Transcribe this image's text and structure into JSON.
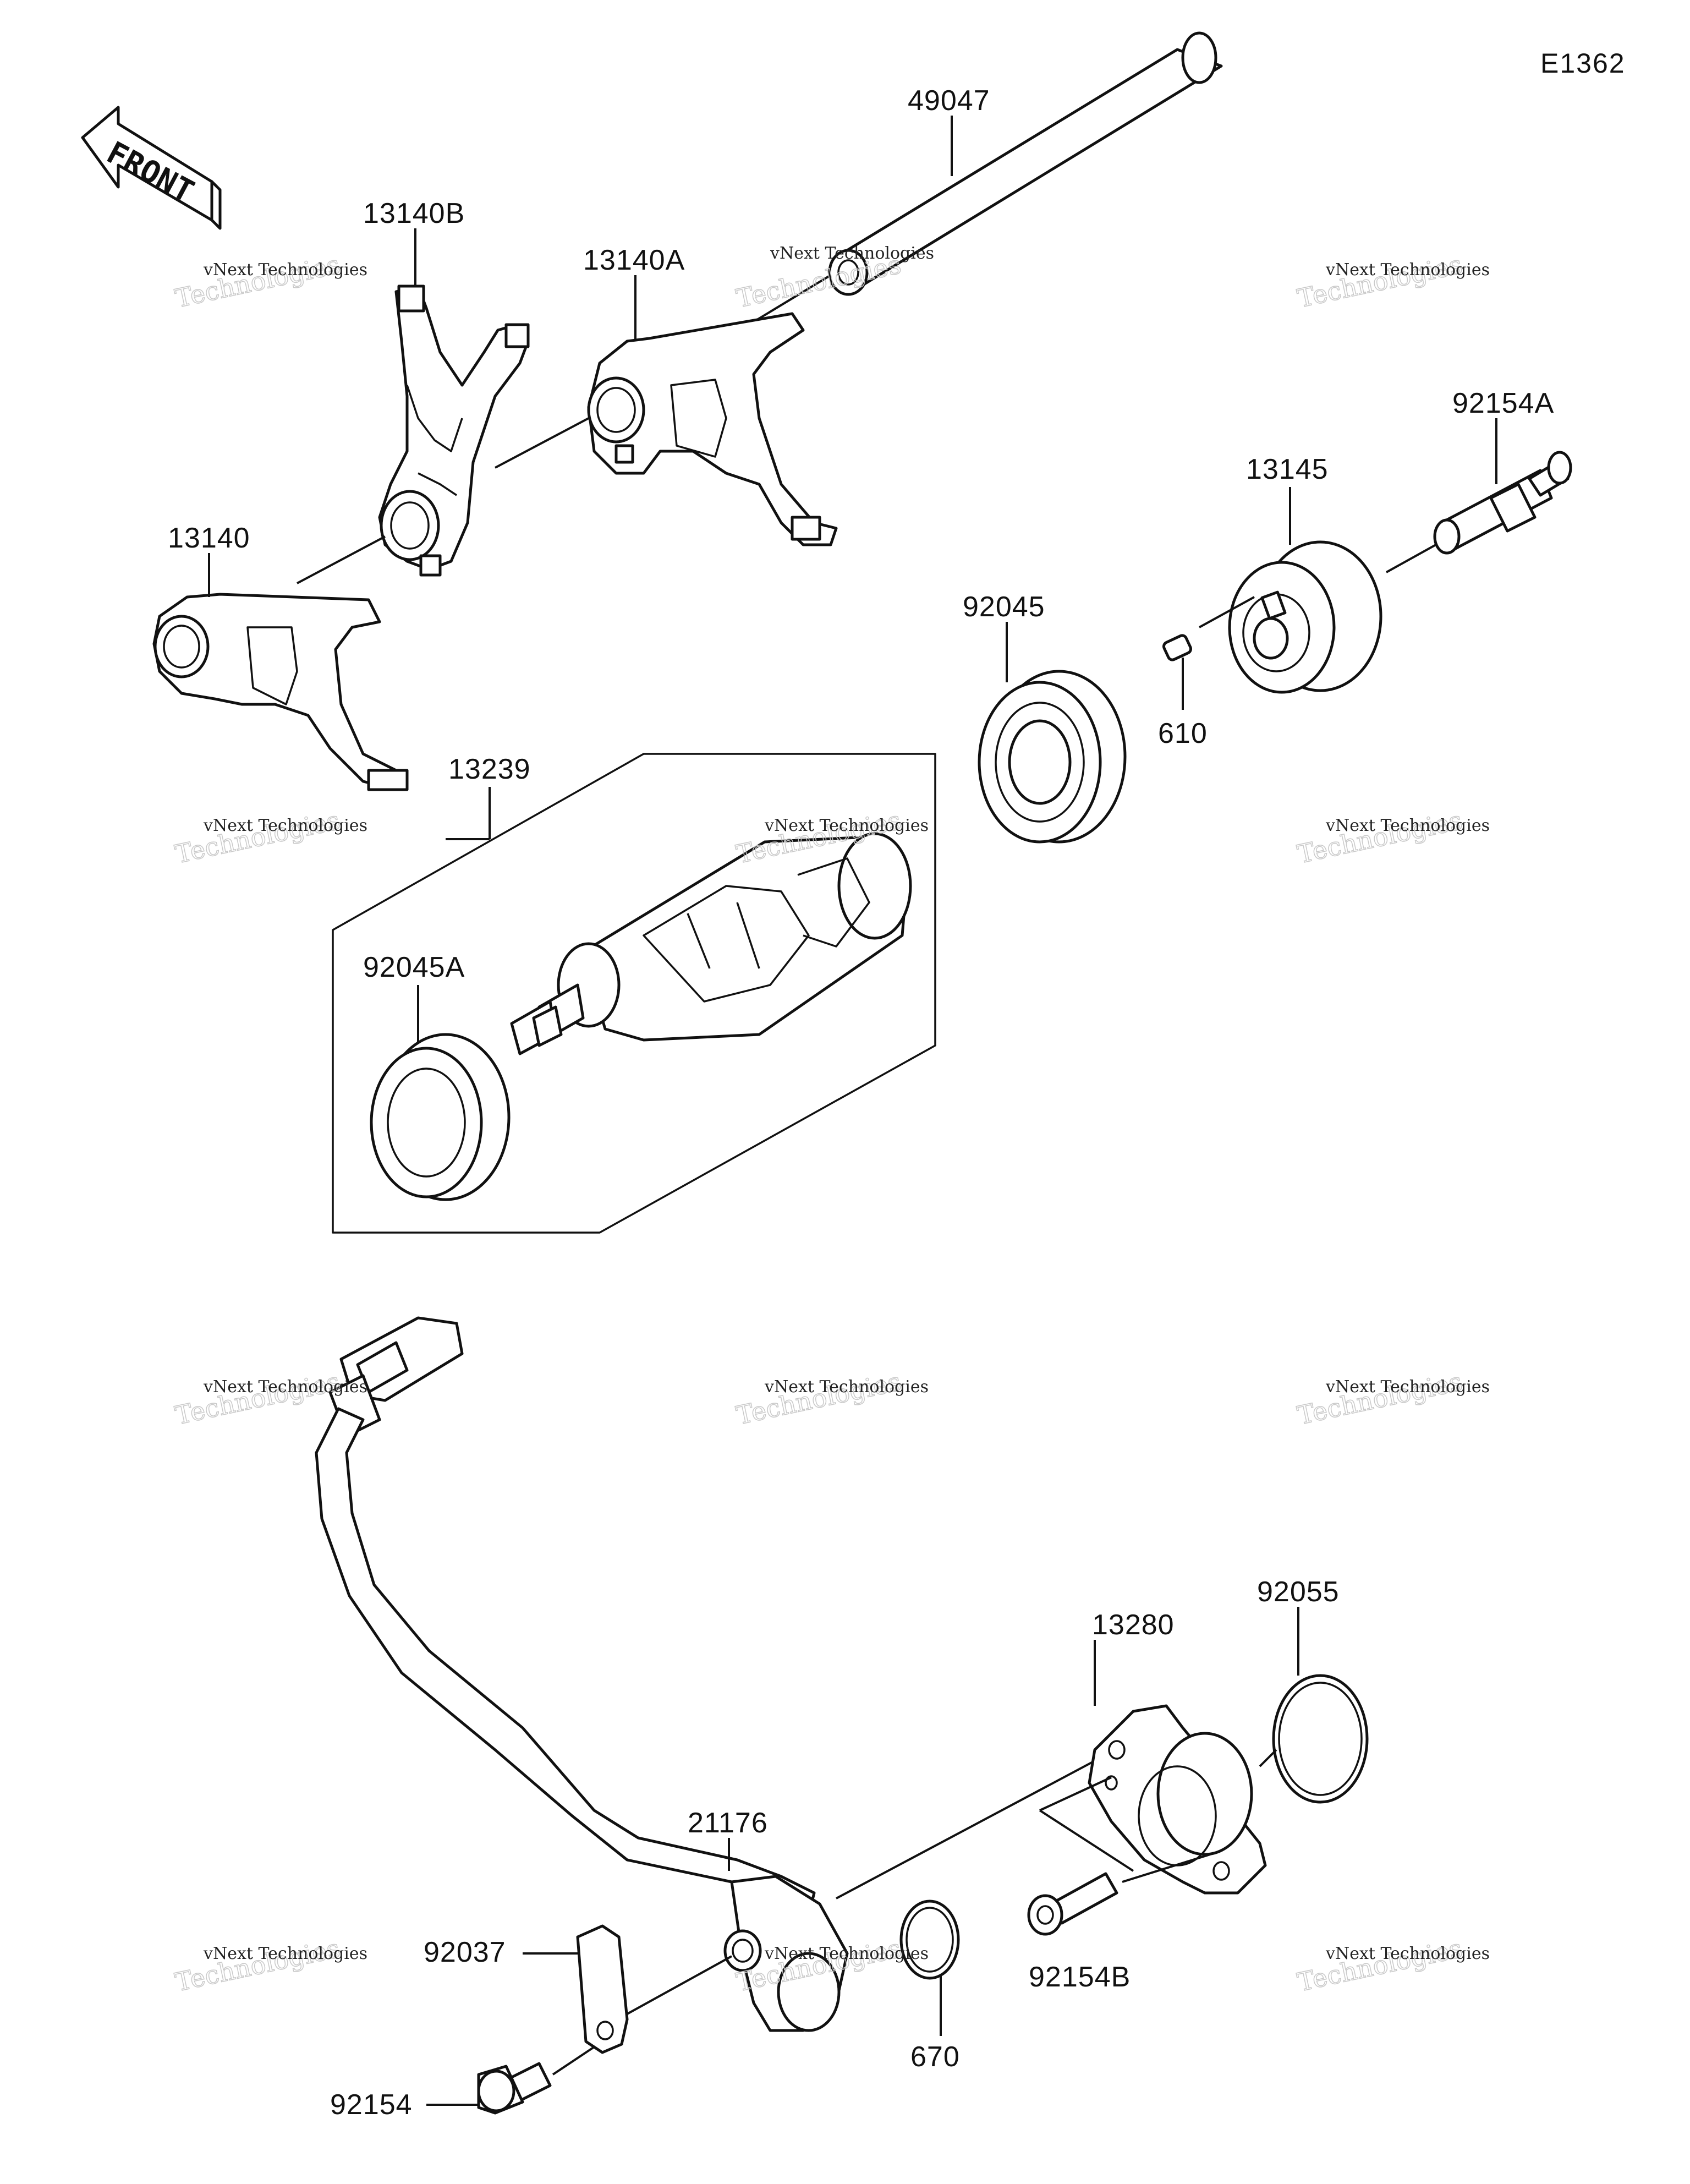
{
  "diagram_ref": "E1362",
  "front_marker": "FRONT",
  "parts": {
    "p49047": "49047",
    "p13140B": "13140B",
    "p13140A": "13140A",
    "p13140": "13140",
    "p92154A": "92154A",
    "p13145": "13145",
    "p92045": "92045",
    "p610": "610",
    "p13239": "13239",
    "p92045A": "92045A",
    "p92055": "92055",
    "p13280": "13280",
    "p21176": "21176",
    "p92037": "92037",
    "p670": "670",
    "p92154B": "92154B",
    "p92154": "92154"
  },
  "watermark": {
    "brand": "vNext",
    "line1": "vNext Technologies",
    "line2": "Technologies"
  }
}
